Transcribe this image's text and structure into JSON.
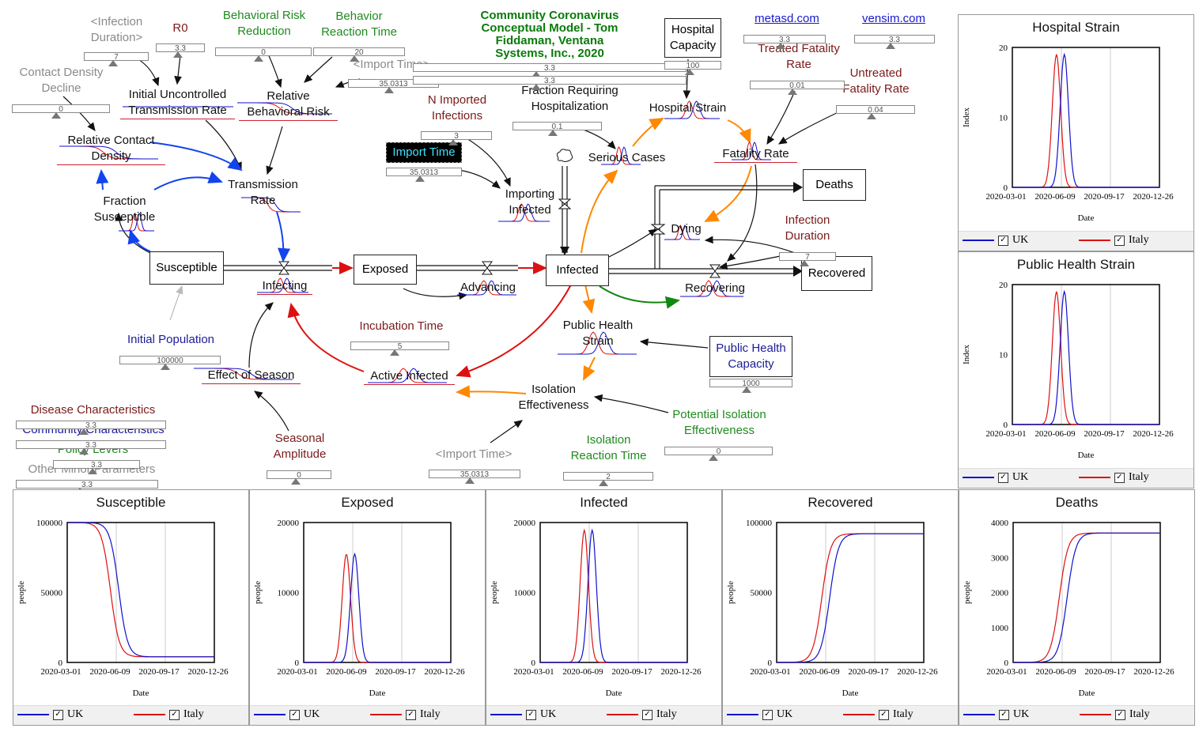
{
  "colors": {
    "uk": "#1111cc",
    "italy": "#dd1111",
    "orange": "#ff8800",
    "green": "#118811",
    "blue": "#1144ee"
  },
  "header": {
    "title": "Community Coronavirus\nConceptual Model - Tom\nFiddaman, Ventana\nSystems, Inc., 2020",
    "link1": "metasd.com",
    "link2": "vensim.com",
    "link1_value": "3.3",
    "link2_value": "3.3"
  },
  "variables": {
    "infection_duration_shadow": "<Infection\nDuration>",
    "r0": "R0",
    "behavioral_risk_reduction": "Behavioral Risk\nReduction",
    "behavior_reaction_time": "Behavior\nReaction Time",
    "import_time_shadow": "<Import Time>",
    "contact_density_decline": "Contact Density\nDecline",
    "initial_uncontrolled": "Initial Uncontrolled\nTransmission Rate",
    "relative_behavioral_risk": "Relative\nBehavioral Risk",
    "relative_contact_density": "Relative Contact\nDensity",
    "n_imported_infections": "N Imported\nInfections",
    "import_time": "Import Time",
    "fraction_susceptible": "Fraction\nSusceptible",
    "transmission_rate": "Transmission\nRate",
    "importing_infected": "Importing\nInfected",
    "fraction_requiring_hosp": "Fraction Requiring\nHospitalization",
    "hospital_capacity": "Hospital\nCapacity",
    "hospital_strain": "Hospital Strain",
    "treated_fatality_rate": "Treated Fatality\nRate",
    "untreated_fatality_rate": "Untreated\nFatality Rate",
    "serious_cases": "Serious Cases",
    "fatality_rate": "Fatality Rate",
    "deaths": "Deaths",
    "dying": "Dying",
    "infection_duration": "Infection\nDuration",
    "susceptible": "Susceptible",
    "infecting": "Infecting",
    "exposed": "Exposed",
    "advancing": "Advancing",
    "infected": "Infected",
    "recovering": "Recovering",
    "recovered": "Recovered",
    "incubation_time": "Incubation Time",
    "public_health_strain": "Public Health\nStrain",
    "public_health_capacity": "Public Health\nCapacity",
    "initial_population": "Initial Population",
    "effect_of_season": "Effect of Season",
    "active_infected": "Active Infected",
    "isolation_effectiveness": "Isolation\nEffectiveness",
    "potential_isolation": "Potential Isolation\nEffectiveness",
    "isolation_reaction_time": "Isolation\nReaction Time",
    "seasonal_amplitude": "Seasonal\nAmplitude",
    "import_time_shadow2": "<Import Time>",
    "disease_characteristics": "Disease Characteristics",
    "community_characteristics": "Community Characteristics",
    "policy_levers": "Policy Levers",
    "other_minor": "Other Minor Parameters"
  },
  "sliders": {
    "infection_duration": "7",
    "r0": "3.3",
    "behavioral_risk_reduction": "0",
    "behavior_reaction_time": "20",
    "import_time_a": "35.0313",
    "contact_density_decline": "0",
    "title_a": "3.3",
    "title_b": "3.3",
    "hospital_capacity": "100",
    "treated_fatality": "0.01",
    "untreated_fatality": "0.04",
    "n_imported": "3",
    "import_time": "35.0313",
    "fraction_hosp": "0.1",
    "infection_duration2": "7",
    "incubation_time": "5",
    "initial_population": "100000",
    "public_health_capacity": "1000",
    "disease": "3.3",
    "community": "3.3",
    "policy": "3.3",
    "other": "3.3",
    "seasonal_amplitude": "0",
    "import_time_b": "35.0313",
    "isolation_reaction": "2",
    "potential_isolation": "0"
  },
  "legend": {
    "series1": "UK",
    "series2": "Italy",
    "check": "✓"
  },
  "chart_data": [
    {
      "id": "hospital",
      "type": "line",
      "title": "Hospital Strain",
      "xlabel": "Date",
      "ylabel": "Index",
      "ylim": [
        0,
        20
      ],
      "yticks": [
        "0",
        "10",
        "20"
      ],
      "xticks": [
        "2020-03-01",
        "2020-06-09",
        "2020-09-17",
        "2020-12-26"
      ],
      "shape": "peak",
      "uk_peak_day": 106,
      "italy_peak_day": 90,
      "uk_peak": 19,
      "italy_peak": 19,
      "uk_width": 12,
      "italy_width": 12,
      "series": [
        {
          "name": "UK"
        },
        {
          "name": "Italy"
        }
      ]
    },
    {
      "id": "publichealth",
      "type": "line",
      "title": "Public Health Strain",
      "xlabel": "Date",
      "ylabel": "Index",
      "ylim": [
        0,
        20
      ],
      "yticks": [
        "0",
        "10",
        "20"
      ],
      "xticks": [
        "2020-03-01",
        "2020-06-09",
        "2020-09-17",
        "2020-12-26"
      ],
      "shape": "peak",
      "uk_peak_day": 106,
      "italy_peak_day": 90,
      "uk_peak": 19,
      "italy_peak": 19,
      "uk_width": 12,
      "italy_width": 12,
      "series": [
        {
          "name": "UK"
        },
        {
          "name": "Italy"
        }
      ]
    },
    {
      "id": "susceptible",
      "type": "line",
      "title": "Susceptible",
      "xlabel": "Date",
      "ylabel": "people",
      "ylim": [
        0,
        100000
      ],
      "yticks": [
        "0",
        "50000",
        "100000"
      ],
      "xticks": [
        "2020-03-01",
        "2020-06-09",
        "2020-09-17",
        "2020-12-26"
      ],
      "shape": "fall",
      "uk_mid_day": 105,
      "italy_mid_day": 88,
      "start": 100000,
      "end": 4000,
      "steep": 9,
      "series": [
        {
          "name": "UK"
        },
        {
          "name": "Italy"
        }
      ]
    },
    {
      "id": "exposed",
      "type": "line",
      "title": "Exposed",
      "xlabel": "Date",
      "ylabel": "people",
      "ylim": [
        0,
        20000
      ],
      "yticks": [
        "0",
        "10000",
        "20000"
      ],
      "xticks": [
        "2020-03-01",
        "2020-06-09",
        "2020-09-17",
        "2020-12-26"
      ],
      "shape": "peak",
      "uk_peak_day": 104,
      "italy_peak_day": 87,
      "uk_peak": 15500,
      "italy_peak": 15500,
      "uk_width": 12,
      "italy_width": 12,
      "series": [
        {
          "name": "UK"
        },
        {
          "name": "Italy"
        }
      ]
    },
    {
      "id": "infected",
      "type": "line",
      "title": "Infected",
      "xlabel": "Date",
      "ylabel": "people",
      "ylim": [
        0,
        20000
      ],
      "yticks": [
        "0",
        "10000",
        "20000"
      ],
      "xticks": [
        "2020-03-01",
        "2020-06-09",
        "2020-09-17",
        "2020-12-26"
      ],
      "shape": "peak",
      "uk_peak_day": 106,
      "italy_peak_day": 90,
      "uk_peak": 18900,
      "italy_peak": 18900,
      "uk_width": 12,
      "italy_width": 12,
      "series": [
        {
          "name": "UK"
        },
        {
          "name": "Italy"
        }
      ]
    },
    {
      "id": "recovered",
      "type": "line",
      "title": "Recovered",
      "xlabel": "Date",
      "ylabel": "people",
      "ylim": [
        0,
        100000
      ],
      "yticks": [
        "0",
        "50000",
        "100000"
      ],
      "xticks": [
        "2020-03-01",
        "2020-06-09",
        "2020-09-17",
        "2020-12-26"
      ],
      "shape": "rise",
      "uk_mid_day": 108,
      "italy_mid_day": 92,
      "start": 0,
      "end": 92000,
      "steep": 9,
      "series": [
        {
          "name": "UK"
        },
        {
          "name": "Italy"
        }
      ]
    },
    {
      "id": "deaths",
      "type": "line",
      "title": "Deaths",
      "xlabel": "Date",
      "ylabel": "people",
      "ylim": [
        0,
        4000
      ],
      "yticks": [
        "0",
        "1000",
        "2000",
        "3000",
        "4000"
      ],
      "xticks": [
        "2020-03-01",
        "2020-06-09",
        "2020-09-17",
        "2020-12-26"
      ],
      "shape": "rise",
      "uk_mid_day": 110,
      "italy_mid_day": 94,
      "start": 0,
      "end": 3700,
      "steep": 9,
      "series": [
        {
          "name": "UK"
        },
        {
          "name": "Italy"
        }
      ]
    }
  ]
}
